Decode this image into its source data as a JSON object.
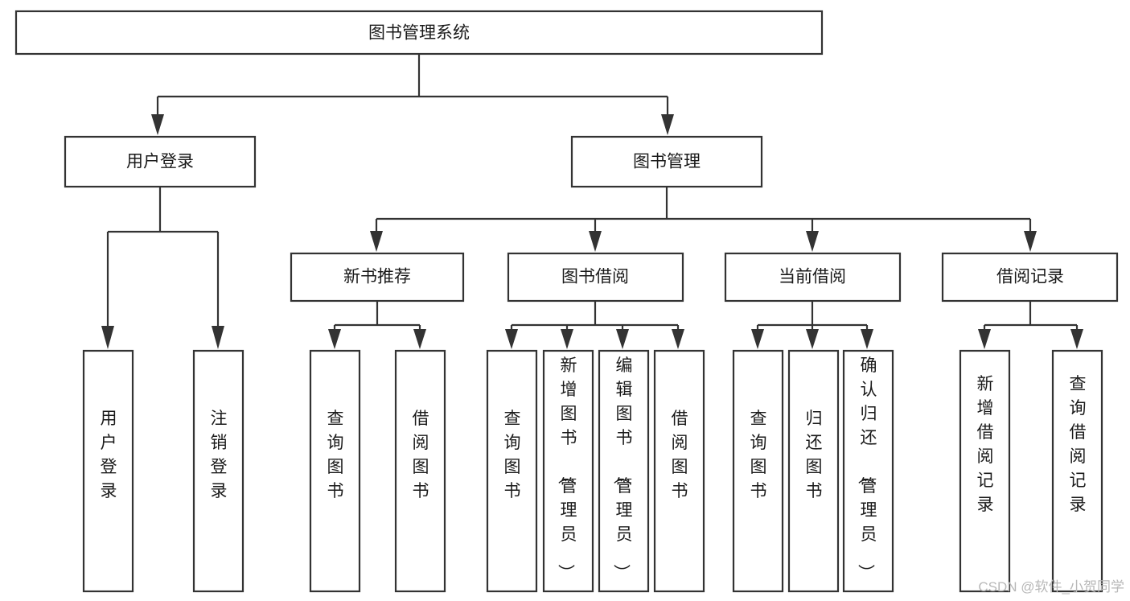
{
  "diagram": {
    "title": "图书管理系统",
    "type": "hierarchy-tree",
    "levels": 4,
    "root": {
      "label": "图书管理系统",
      "name": "root-node"
    },
    "level2": [
      {
        "label": "用户登录",
        "name": "node-user-login"
      },
      {
        "label": "图书管理",
        "name": "node-book-management"
      }
    ],
    "level3": [
      {
        "label": "新书推荐",
        "name": "node-new-book-recommend"
      },
      {
        "label": "图书借阅",
        "name": "node-book-borrow"
      },
      {
        "label": "当前借阅",
        "name": "node-current-borrow"
      },
      {
        "label": "借阅记录",
        "name": "node-borrow-record"
      }
    ],
    "leaves": {
      "user_login": [
        {
          "label": "用户登录",
          "name": "leaf-user-login"
        },
        {
          "label": "注销登录",
          "name": "leaf-user-logout"
        }
      ],
      "new_book_recommend": [
        {
          "label": "查询图书",
          "name": "leaf-query-book-1"
        },
        {
          "label": "借阅图书",
          "name": "leaf-borrow-book-1"
        }
      ],
      "book_borrow": [
        {
          "label": "查询图书",
          "name": "leaf-query-book-2"
        },
        {
          "label": "新增图书（管理员）",
          "name": "leaf-add-book-admin"
        },
        {
          "label": "编辑图书（管理员）",
          "name": "leaf-edit-book-admin"
        },
        {
          "label": "借阅图书",
          "name": "leaf-borrow-book-2"
        }
      ],
      "current_borrow": [
        {
          "label": "查询图书",
          "name": "leaf-query-book-3"
        },
        {
          "label": "归还图书",
          "name": "leaf-return-book"
        },
        {
          "label": "确认归还（管理员）",
          "name": "leaf-confirm-return-admin"
        }
      ],
      "borrow_record": [
        {
          "label": "新增借阅记录",
          "name": "leaf-add-borrow-record"
        },
        {
          "label": "查询借阅记录",
          "name": "leaf-query-borrow-record"
        }
      ]
    }
  },
  "watermark": {
    "text": "CSDN @软件_小贺同学"
  },
  "colors": {
    "background": "#ffffff",
    "stroke": "#333333",
    "text": "#1a1a1a",
    "watermark": "#b8b8b8"
  }
}
